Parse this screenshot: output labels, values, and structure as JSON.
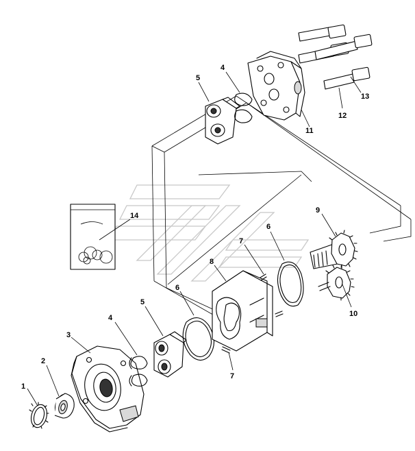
{
  "callouts": [
    {
      "id": "1",
      "text": "1"
    },
    {
      "id": "2",
      "text": "2"
    },
    {
      "id": "3",
      "text": "3"
    },
    {
      "id": "4a",
      "text": "4"
    },
    {
      "id": "4b",
      "text": "4"
    },
    {
      "id": "5a",
      "text": "5"
    },
    {
      "id": "5b",
      "text": "5"
    },
    {
      "id": "6a",
      "text": "6"
    },
    {
      "id": "6b",
      "text": "6"
    },
    {
      "id": "7a",
      "text": "7"
    },
    {
      "id": "7b",
      "text": "7"
    },
    {
      "id": "8",
      "text": "8"
    },
    {
      "id": "9",
      "text": "9"
    },
    {
      "id": "10",
      "text": "10"
    },
    {
      "id": "11",
      "text": "11"
    },
    {
      "id": "12",
      "text": "12"
    },
    {
      "id": "13",
      "text": "13"
    },
    {
      "id": "14",
      "text": "14"
    }
  ],
  "colors": {
    "line": "#000000",
    "watermark": "#c8c8c8",
    "background": "#ffffff"
  }
}
